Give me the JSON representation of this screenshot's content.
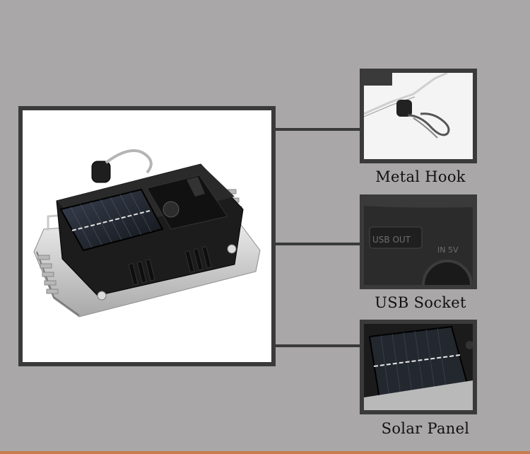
{
  "captions": {
    "metal_hook": "Metal Hook",
    "usb_socket": "USB Socket",
    "solar_panel": "Solar Panel"
  },
  "usb_labels": {
    "usb_out": "USB OUT",
    "in_5v": "IN 5V"
  },
  "colors": {
    "background": "#a9a7a8",
    "frame_border": "#3a3a3a",
    "bottom_accent": "#c77b4a"
  }
}
